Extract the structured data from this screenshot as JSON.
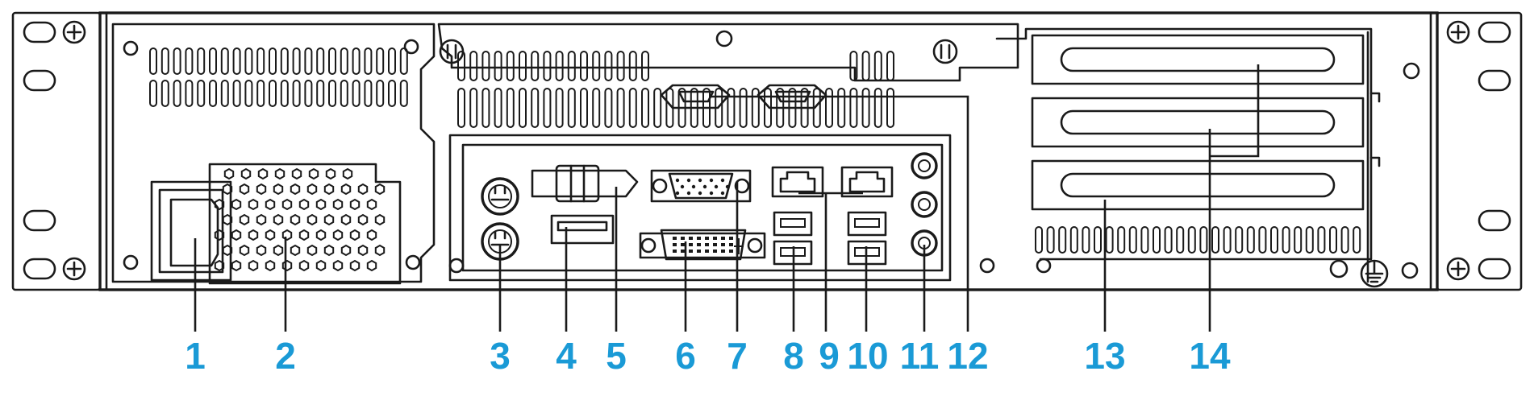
{
  "accent_color": "#1a9ad6",
  "line_color": "#1a1a1a",
  "callouts": [
    {
      "id": "c1",
      "text": "1"
    },
    {
      "id": "c2",
      "text": "2"
    },
    {
      "id": "c3",
      "text": "3"
    },
    {
      "id": "c4",
      "text": "4"
    },
    {
      "id": "c5",
      "text": "5"
    },
    {
      "id": "c6",
      "text": "6"
    },
    {
      "id": "c7",
      "text": "7"
    },
    {
      "id": "c8",
      "text": "8"
    },
    {
      "id": "c9",
      "text": "9"
    },
    {
      "id": "c10",
      "text": "10"
    },
    {
      "id": "c11",
      "text": "11"
    },
    {
      "id": "c12",
      "text": "12"
    },
    {
      "id": "c13",
      "text": "13"
    },
    {
      "id": "c14",
      "text": "14"
    }
  ]
}
